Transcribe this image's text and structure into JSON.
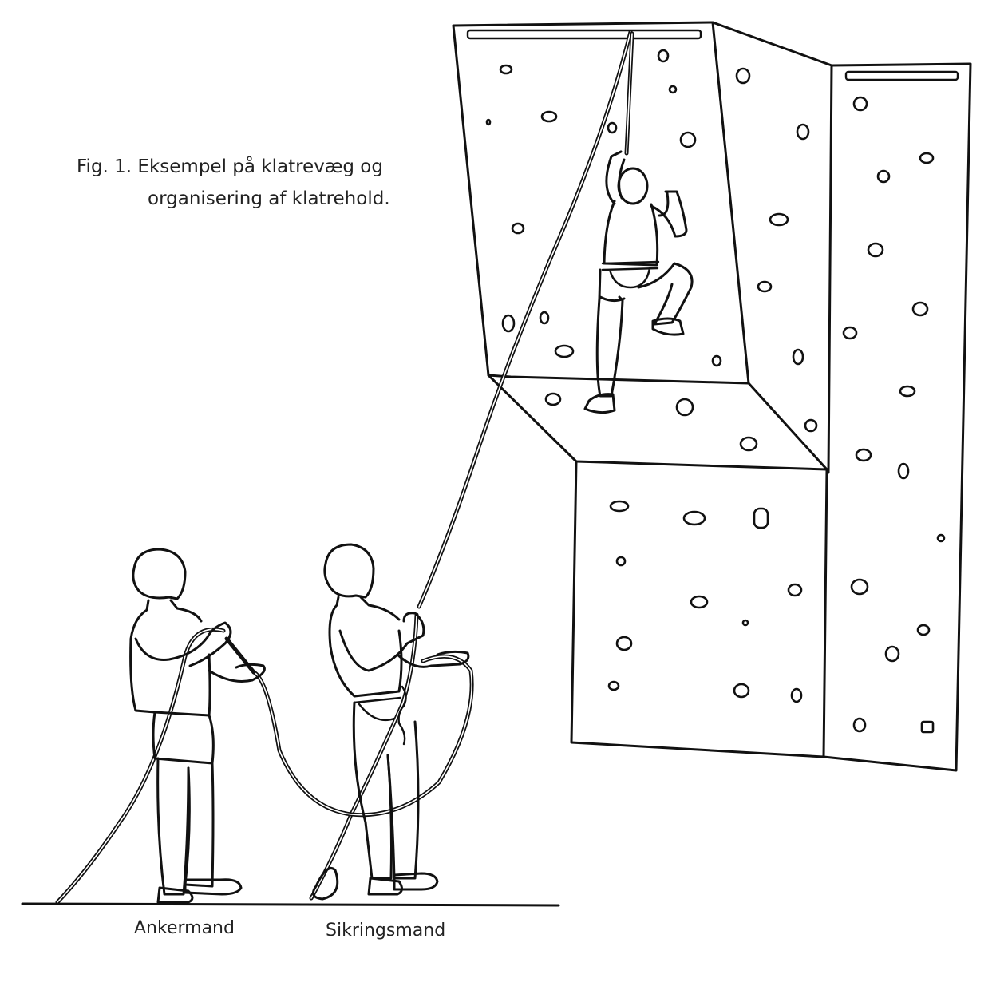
{
  "figure": {
    "caption_line1": "Fig. 1. Eksempel på klatrevæg og",
    "caption_line2": "organisering af klatrehold."
  },
  "labels": {
    "anchor_person": "Ankermand",
    "belayer": "Sikringsmand"
  }
}
